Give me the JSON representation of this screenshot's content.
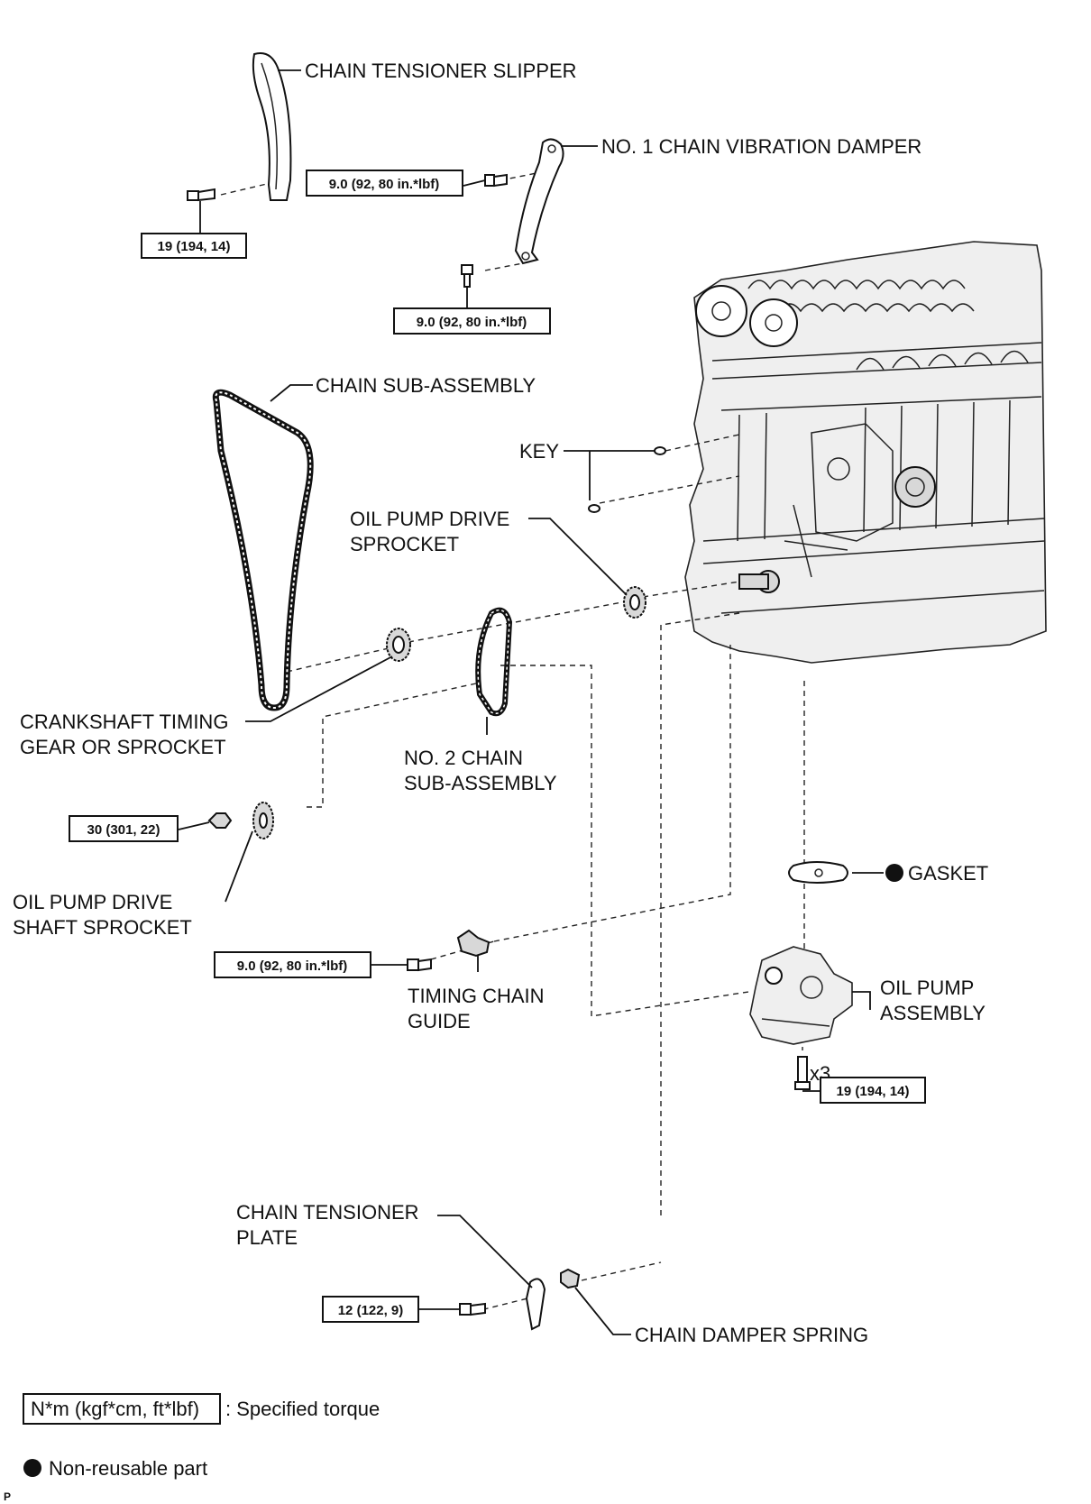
{
  "labels": {
    "chain_tensioner_slipper": "CHAIN TENSIONER SLIPPER",
    "no1_chain_vibration_damper": "NO. 1 CHAIN VIBRATION DAMPER",
    "chain_sub_assembly": "CHAIN SUB-ASSEMBLY",
    "key": "KEY",
    "oil_pump_drive_sprocket_1": "OIL PUMP DRIVE",
    "oil_pump_drive_sprocket_2": "SPROCKET",
    "crankshaft_timing_gear_1": "CRANKSHAFT TIMING",
    "crankshaft_timing_gear_2": "GEAR OR SPROCKET",
    "no2_chain_sub_assembly_1": "NO. 2 CHAIN",
    "no2_chain_sub_assembly_2": "SUB-ASSEMBLY",
    "oil_pump_drive_shaft_sprocket_1": "OIL PUMP DRIVE",
    "oil_pump_drive_shaft_sprocket_2": "SHAFT SPROCKET",
    "gasket": "GASKET",
    "timing_chain_guide_1": "TIMING CHAIN",
    "timing_chain_guide_2": "GUIDE",
    "oil_pump_assembly_1": "OIL PUMP",
    "oil_pump_assembly_2": "ASSEMBLY",
    "bolt_count": "x3",
    "chain_tensioner_plate_1": "CHAIN TENSIONER",
    "chain_tensioner_plate_2": "PLATE",
    "chain_damper_spring": "CHAIN DAMPER SPRING"
  },
  "torques": {
    "slipper_bolt": "19 (194, 14)",
    "damper_bolt_upper": "9.0 (92, 80 in.*lbf)",
    "damper_bolt_lower": "9.0 (92, 80 in.*lbf)",
    "shaft_sprocket_nut": "30 (301, 22)",
    "chain_guide_bolt": "9.0 (92, 80 in.*lbf)",
    "oil_pump_bolts": "19 (194, 14)",
    "tensioner_plate_bolt": "12 (122, 9)"
  },
  "legend": {
    "torque_box": "N*m (kgf*cm, ft*lbf)",
    "torque_desc": ": Specified torque",
    "non_reusable": "Non-reusable part"
  },
  "corner_mark": "P"
}
